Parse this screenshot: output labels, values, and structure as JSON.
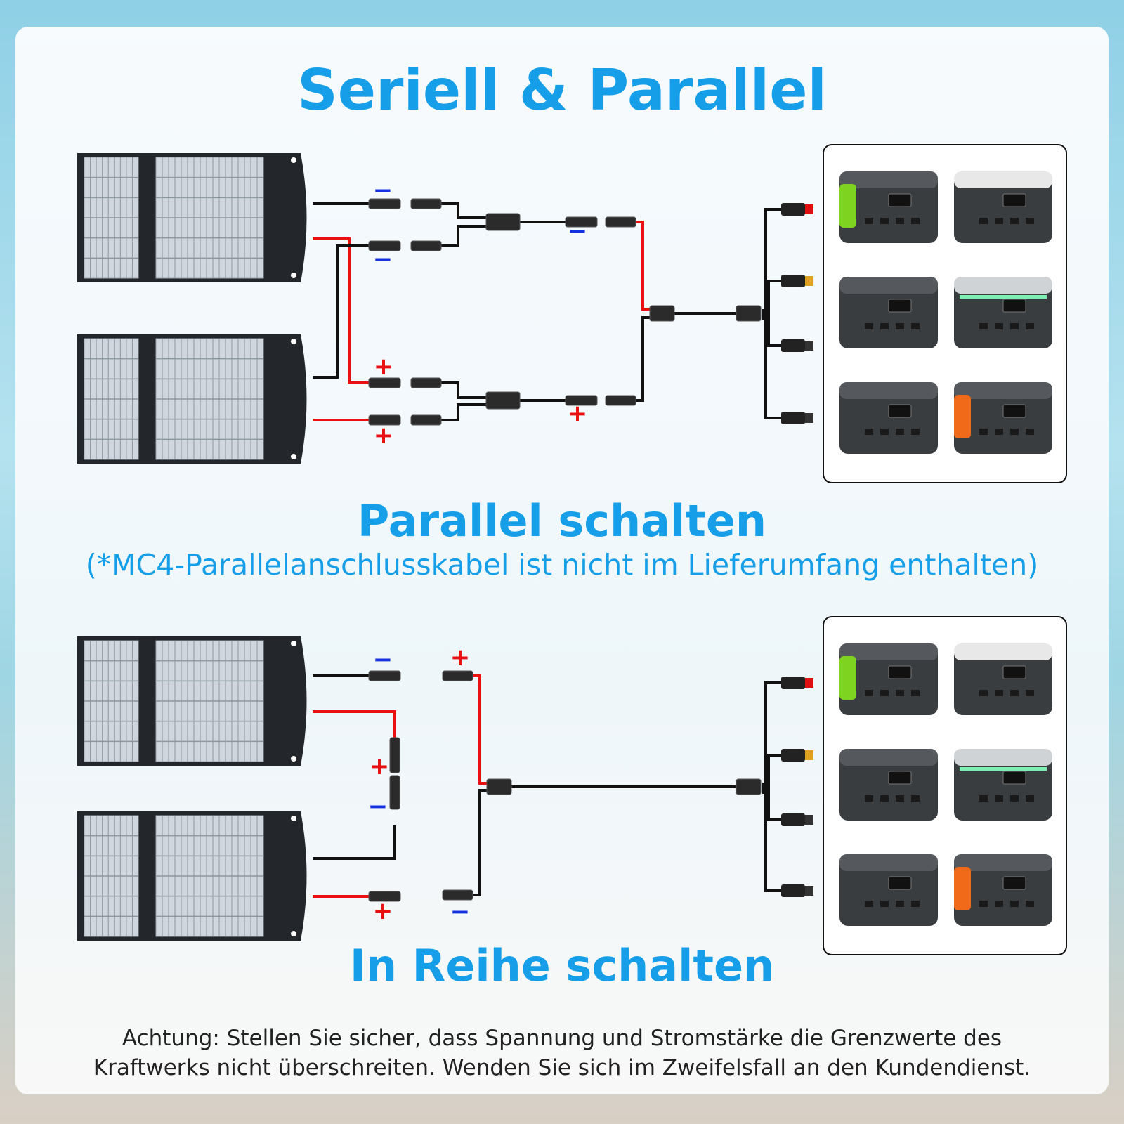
{
  "header": {
    "title": "Seriell & Parallel"
  },
  "parallel": {
    "heading": "Parallel schalten",
    "note": "(*MC4-Parallelanschlusskabel ist nicht im Lieferumfang enthalten)",
    "polarity": {
      "minus": "−",
      "plus": "+"
    }
  },
  "series": {
    "heading": "In Reihe schalten",
    "polarity": {
      "minus": "−",
      "plus": "+"
    }
  },
  "warning": {
    "line1": "Achtung: Stellen Sie sicher, dass Spannung und Stromstärke die Grenzwerte des",
    "line2": "Kraftwerks nicht überschreiten. Wenden Sie sich im Zweifelsfall an den Kundendienst."
  },
  "colors": {
    "accent": "#169fe8",
    "positive_wire": "#e81010",
    "negative_wire": "#111111",
    "minus_sign": "#1530e0"
  },
  "devices": [
    {
      "name": "power-station-green",
      "accent": "#7ed321"
    },
    {
      "name": "power-station-white",
      "accent": "#e8e8e8"
    },
    {
      "name": "power-station-handle",
      "accent": "#9a9a9a"
    },
    {
      "name": "power-station-led",
      "accent": "#7cf0b0"
    },
    {
      "name": "power-station-grey",
      "accent": "#888888"
    },
    {
      "name": "power-station-orange",
      "accent": "#f06a1a"
    }
  ]
}
